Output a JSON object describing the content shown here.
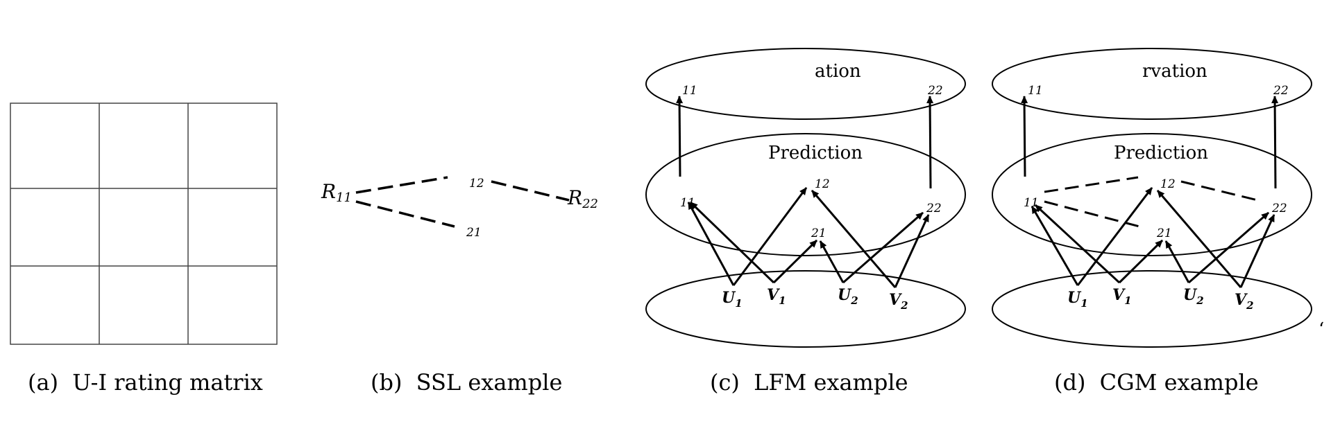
{
  "panels": {
    "a": {
      "caption_letter": "(a)",
      "caption_text": "U-I rating matrix"
    },
    "b": {
      "caption_letter": "(b)",
      "caption_text": "SSL example",
      "node_r11_main": "R",
      "node_r11_sub": "11",
      "node_12": "12",
      "node_21": "21",
      "node_r22_main": "R",
      "node_r22_sub": "22"
    },
    "c": {
      "caption_letter": "(c)",
      "caption_text": "LFM example",
      "top_layer_label": "ation",
      "top_node_left": "11",
      "top_node_right": "22",
      "mid_layer_label": "Prediction",
      "mid_node_11": "11",
      "mid_node_12": "12",
      "mid_node_21": "21",
      "mid_node_22": "22",
      "u1_main": "U",
      "u1_sub": "1",
      "v1_main": "V",
      "v1_sub": "1",
      "u2_main": "U",
      "u2_sub": "2",
      "v2_main": "V",
      "v2_sub": "2"
    },
    "d": {
      "caption_letter": "(d)",
      "caption_text": "CGM example",
      "top_layer_label": "rvation",
      "top_node_left": "11",
      "top_node_right": "22",
      "mid_layer_label": "Prediction",
      "mid_node_11": "11",
      "mid_node_12": "12",
      "mid_node_21": "21",
      "mid_node_22": "22",
      "u1_main": "U",
      "u1_sub": "1",
      "v1_main": "V",
      "v1_sub": "1",
      "u2_main": "U",
      "u2_sub": "2",
      "v2_main": "V",
      "v2_sub": "2",
      "stray_mark": "‘"
    }
  }
}
